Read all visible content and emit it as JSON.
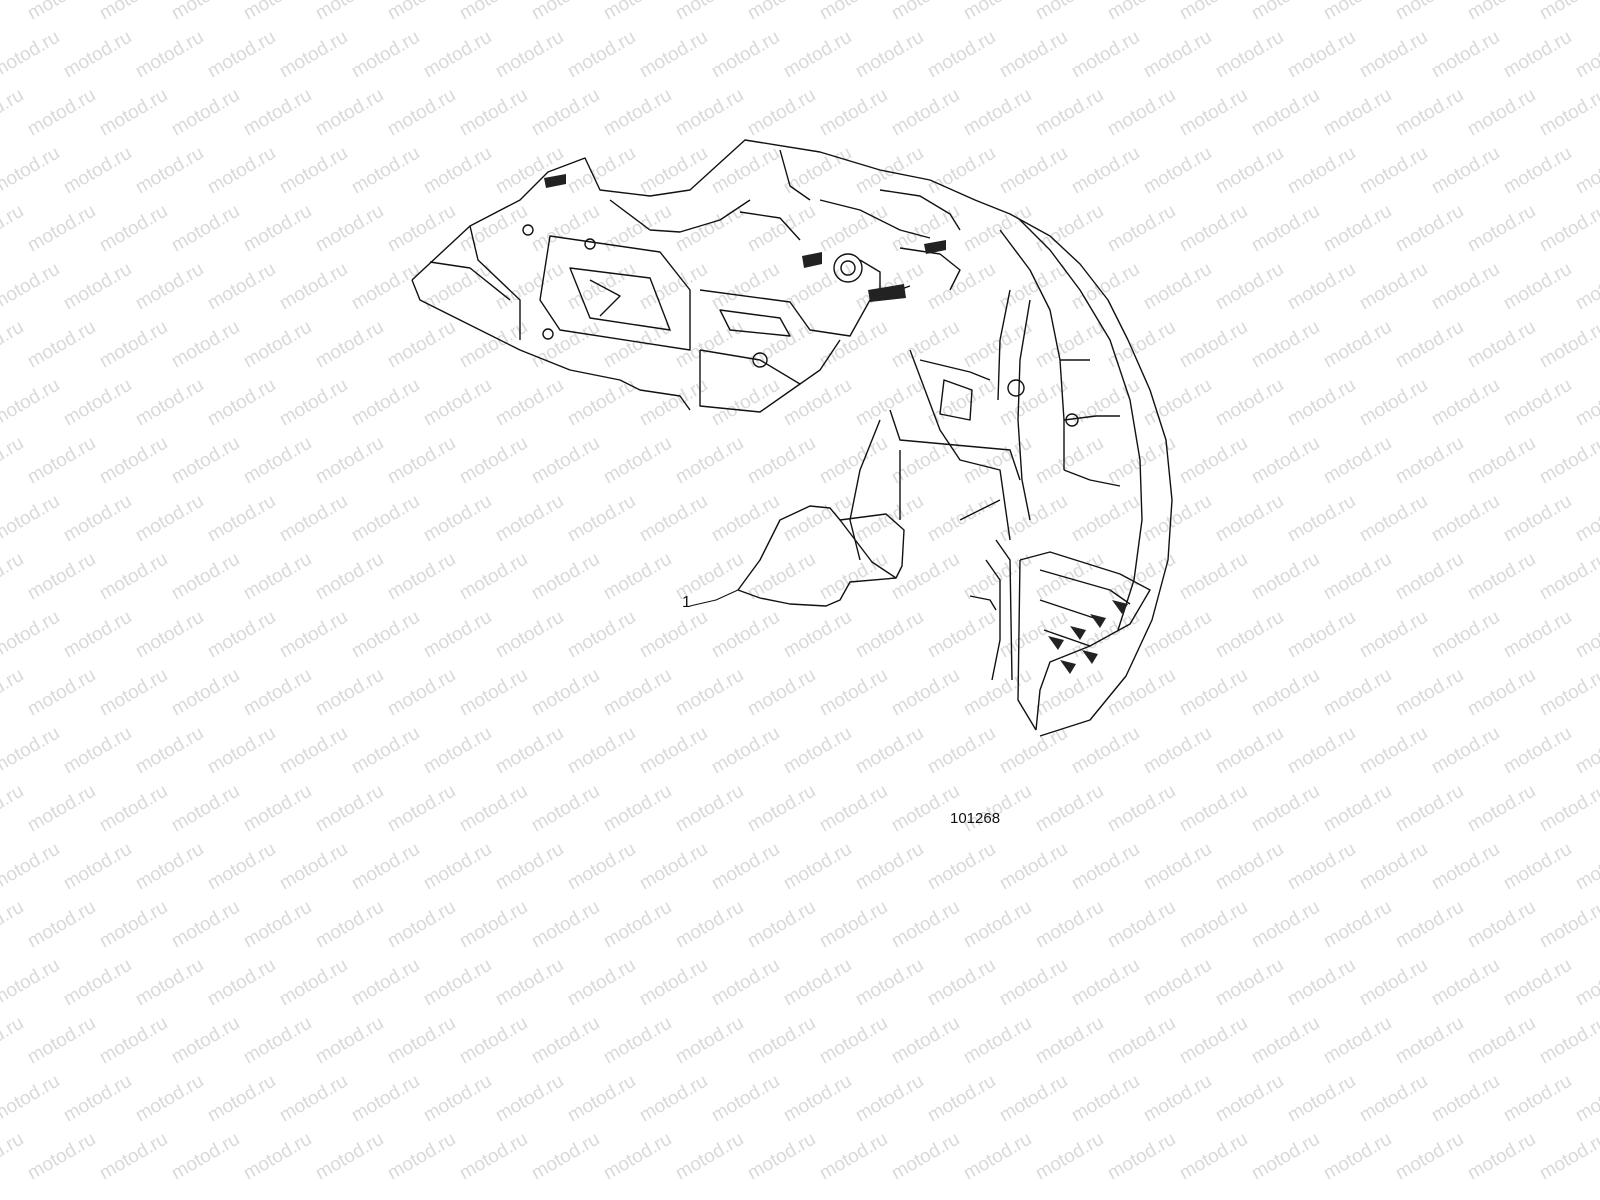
{
  "watermark": {
    "text": "motod.ru",
    "color": "#d9d9d9"
  },
  "diagram": {
    "callouts": [
      {
        "number": "1"
      }
    ],
    "figure_number": "101268",
    "line_color": "#111111",
    "fill_color": "#ffffff",
    "dark_fill": "#222222"
  }
}
